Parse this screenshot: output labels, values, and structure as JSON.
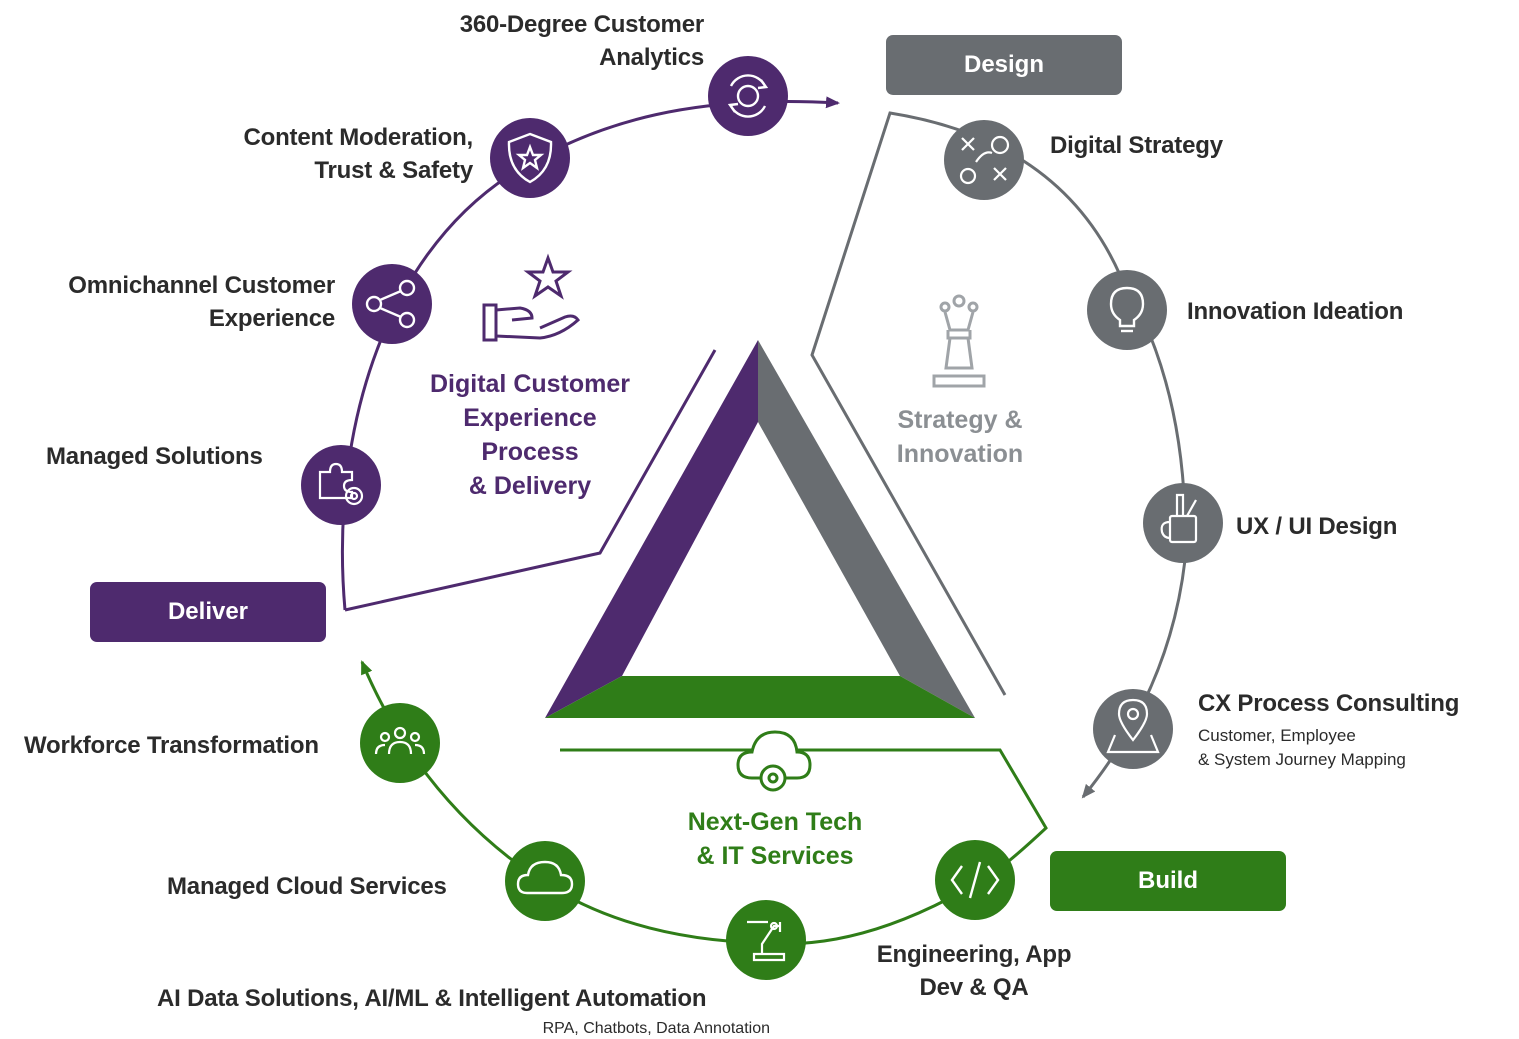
{
  "phases": {
    "design": "Design",
    "deliver": "Deliver",
    "build": "Build"
  },
  "centers": {
    "purple": "Digital Customer\nExperience\nProcess\n& Delivery",
    "gray": "Strategy &\nInnovation",
    "green": "Next-Gen Tech\n& IT Services"
  },
  "services": {
    "analytics": "360-Degree Customer\nAnalytics",
    "content_moderation": "Content Moderation,\nTrust & Safety",
    "omnichannel": "Omnichannel Customer\nExperience",
    "managed_solutions": "Managed Solutions",
    "digital_strategy": "Digital Strategy",
    "innovation_ideation": "Innovation Ideation",
    "ux_ui_design": "UX / UI Design",
    "cx_consulting": "CX Process Consulting",
    "cx_consulting_sub": "Customer, Employee\n& System Journey Mapping",
    "workforce": "Workforce Transformation",
    "cloud": "Managed Cloud Services",
    "ai_data": "AI Data Solutions, AI/ML & Intelligent Automation",
    "ai_data_sub": "RPA, Chatbots, Data Annotation",
    "engineering": "Engineering, App\nDev & QA"
  },
  "colors": {
    "purple": "#4e2a6e",
    "gray": "#696d71",
    "green": "#2f7d18"
  },
  "icons": {
    "analytics": "cycle-arrows-icon",
    "content_moderation": "shield-star-icon",
    "omnichannel": "share-icon",
    "managed_solutions": "puzzle-gear-icon",
    "digital_strategy": "strategy-play-icon",
    "innovation_ideation": "lightbulb-icon",
    "ux_ui_design": "design-tools-cup-icon",
    "cx_consulting": "map-pin-icon",
    "workforce": "people-group-icon",
    "cloud": "cloud-icon",
    "ai_data": "robot-arm-icon",
    "engineering": "code-icon",
    "purple_center": "hand-star-icon",
    "gray_center": "chess-queen-icon",
    "green_center": "cloud-gear-icon"
  }
}
